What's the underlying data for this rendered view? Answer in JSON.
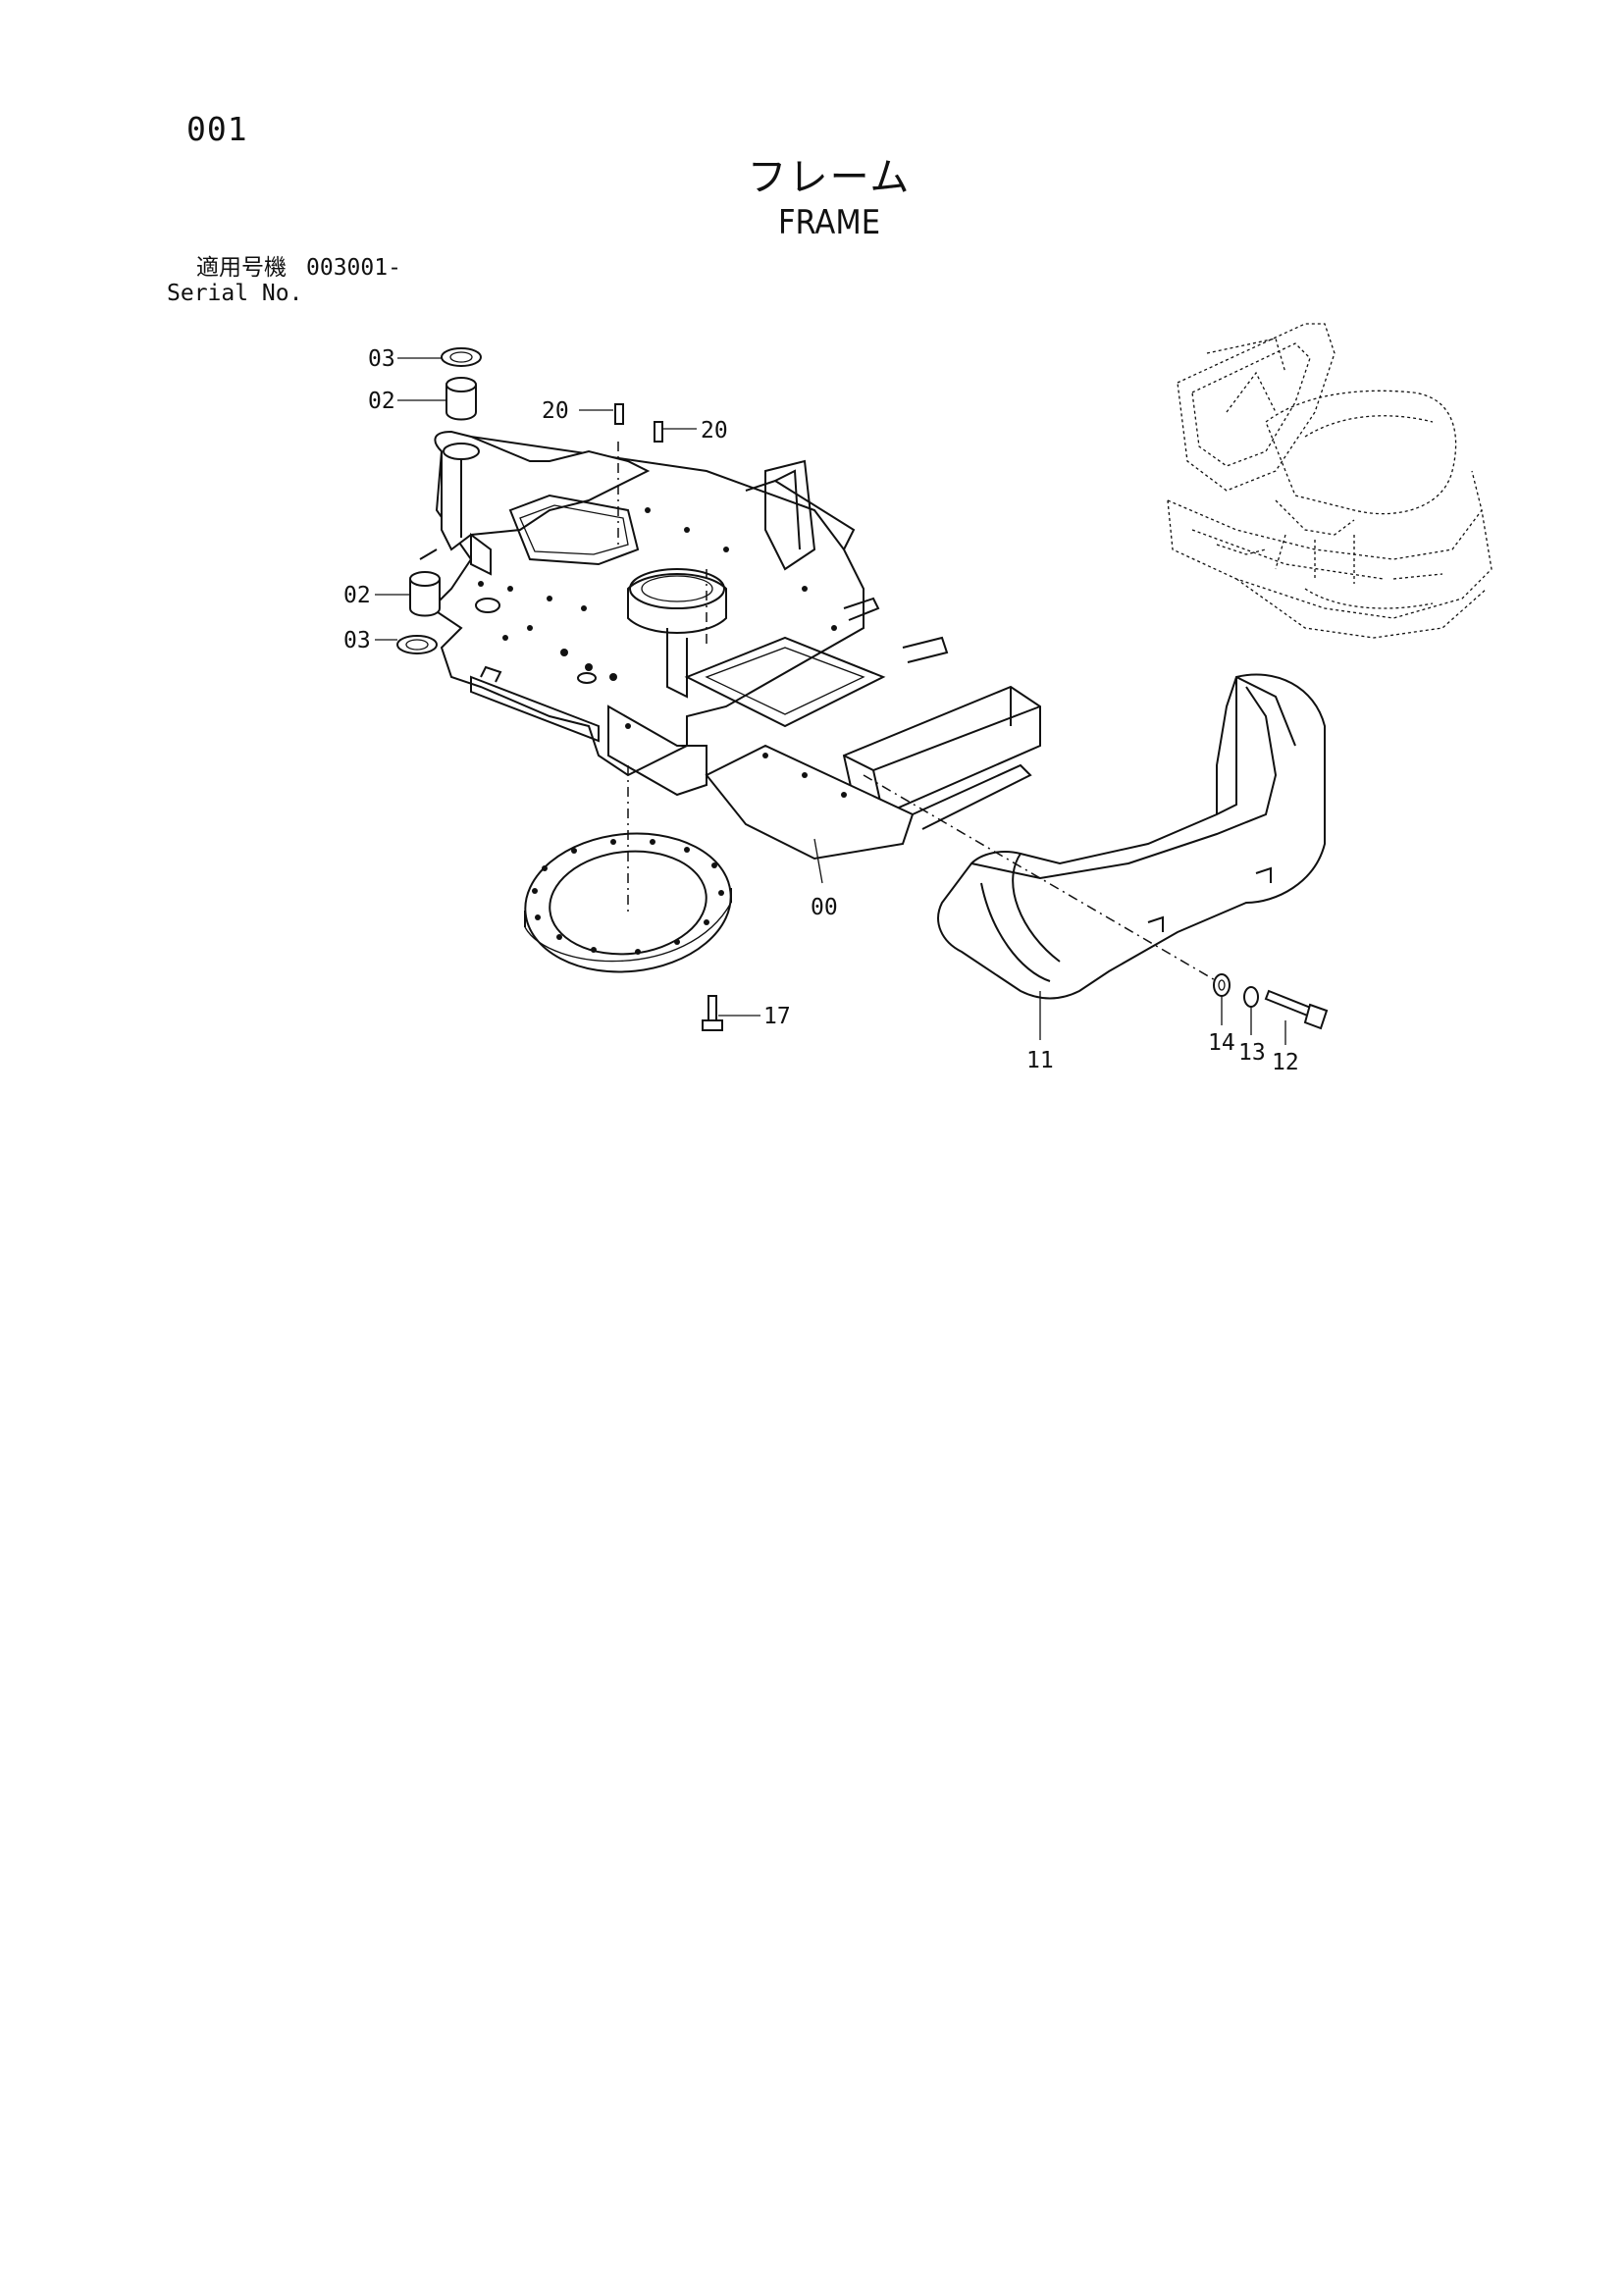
{
  "page": {
    "number": "001",
    "title_jp": "フレーム",
    "title_en": "FRAME"
  },
  "serial": {
    "label_jp": "適用号機",
    "value": "003001-",
    "label_en": "Serial No."
  },
  "callouts": [
    {
      "id": "c03a",
      "label": "03"
    },
    {
      "id": "c02a",
      "label": "02"
    },
    {
      "id": "c20a",
      "label": "20"
    },
    {
      "id": "c20b",
      "label": "20"
    },
    {
      "id": "c02b",
      "label": "02"
    },
    {
      "id": "c03b",
      "label": "03"
    },
    {
      "id": "c00",
      "label": "00"
    },
    {
      "id": "c17",
      "label": "17"
    },
    {
      "id": "c11",
      "label": "11"
    },
    {
      "id": "c14",
      "label": "14"
    },
    {
      "id": "c13",
      "label": "13"
    },
    {
      "id": "c12",
      "label": "12"
    }
  ]
}
